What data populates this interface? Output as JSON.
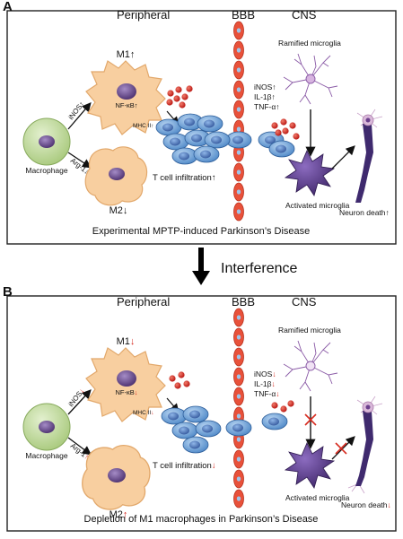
{
  "panel_a": {
    "letter": "A",
    "peripheral": "Peripheral",
    "bbb": "BBB",
    "cns": "CNS",
    "m1": "M1↑",
    "m2": "M2↓",
    "macrophage": "Macrophage",
    "inos_arrow": "iNOS↑",
    "arg_arrow": "Arg-1↓",
    "nfkb": "NF-κB↑",
    "mhc": "MHC II↑",
    "t_cell": "T cell infiltration↑",
    "cytokine_1": "iNOS↑",
    "cytokine_2": "IL-1β↑",
    "cytokine_3": "TNF-α↑",
    "ramified": "Ramified microglia",
    "activated": "Activated microglia",
    "neuron": "Neuron death↑",
    "caption": "Experimental MPTP-induced Parkinson’s Disease"
  },
  "interference": "Interference",
  "panel_b": {
    "letter": "B",
    "peripheral": "Peripheral",
    "bbb": "BBB",
    "cns": "CNS",
    "m1": "M1",
    "m1_arrow": "↓",
    "m2": "M2",
    "m2_arrow": "↑",
    "macrophage": "Macrophage",
    "inos_arrow": "iNOS",
    "arg_arrow": "Arg-1",
    "nfkb": "NF-κB",
    "mhc": "MHC II",
    "t_cell": "T cell infiltration",
    "t_cell_arrow": "↓",
    "cytokine_1": "iNOS",
    "cytokine_2": "IL-1β",
    "cytokine_3": "TNF-α",
    "down": "↓",
    "up": "↑",
    "ramified": "Ramified microglia",
    "activated": "Activated microglia",
    "neuron": "Neuron death",
    "neuron_arrow": "↓",
    "caption": "Depletion of  M1 macrophages  in Parkinson’s Disease"
  },
  "colors": {
    "macrophage_fill": "#c9dfa8",
    "m_cell_fill": "#f8cfa0",
    "nucleus": "#6b4a8c",
    "tcell_fill": "#7fb2e3",
    "bbb_fill": "#e8513a",
    "bbb_dot": "#9ec4ea",
    "red_dot": "#d7201f",
    "microglia": "#6a4c97",
    "neuron": "#4a3575",
    "accent_red": "#d62a1f"
  }
}
